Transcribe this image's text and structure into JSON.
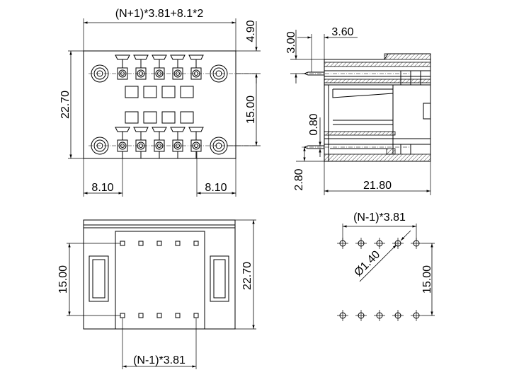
{
  "dimensions": {
    "top_width": "(N+1)*3.81+8.1*2",
    "top_height": "22.70",
    "top_pitch_rows": "15.00",
    "top_edge": "4.90",
    "left_offset": "8.10",
    "right_offset": "8.10",
    "side_top": "3.00",
    "side_width_small": "3.60",
    "side_gap": "0.80",
    "side_bottom": "2.80",
    "side_length": "21.80",
    "bottom_rows": "15.00",
    "bottom_height": "22.70",
    "bottom_pitch": "(N-1)*3.81",
    "pcb_pitch": "(N-1)*3.81",
    "pcb_hole": "Ø1.40",
    "pcb_rows": "15.00"
  },
  "colors": {
    "line": "#000000",
    "background": "#ffffff"
  }
}
